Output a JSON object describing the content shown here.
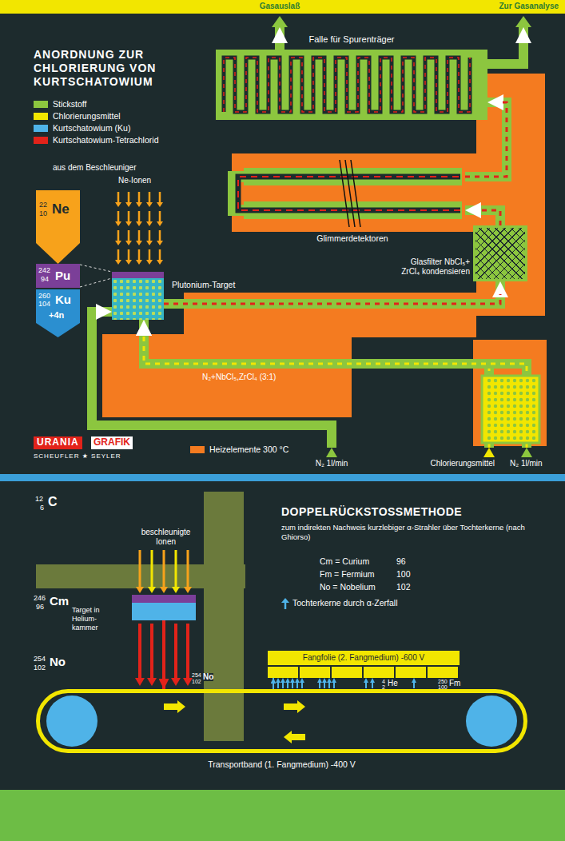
{
  "diagram": {
    "title": "ANORDNUNG ZUR CHLORIERUNG VON KURTSCHATOWIUM",
    "nodes": [
      {
        "text": [
          "Falle für Spurenträger"
        ]
      },
      {
        "text": [
          "Glimmerdetektoren"
        ]
      },
      {
        "text": [
          "Glasfilter NbCl₅+ ZrCl₄ kondensieren"
        ]
      },
      {
        "text": [
          "Plutonium-Target"
        ]
      },
      {
        "text": [
          "22",
          "10",
          "Ne"
        ]
      },
      {
        "text": [
          "242",
          "94",
          "Pu"
        ]
      },
      {
        "text": [
          "260",
          "104",
          "Ku",
          "+4n"
        ]
      },
      {
        "text": [
          "N₂ 1l/min"
        ]
      },
      {
        "text": [
          "Chlorierungsmittel"
        ]
      },
      {
        "text": [
          "N₂ 1l/min"
        ]
      },
      {
        "text": [
          "Gasauslaß"
        ]
      },
      {
        "text": [
          "Zur Gasanalyse"
        ]
      },
      {
        "text": [
          "Fangfolie (2. Fangmedium) -600 V"
        ]
      },
      {
        "text": [
          "Transportband (1. Fangmedium) -400 V"
        ]
      },
      {
        "text": [
          "246",
          "96",
          "Cm",
          "Target in Helium-kammer"
        ]
      }
    ],
    "edges": [
      {
        "from": 7,
        "to": 3,
        "arrow": "to"
      },
      {
        "from": 8,
        "to": 3,
        "label": "N₂+NbCl₅,ZrCl₄ (3:1)",
        "arrow": "to"
      },
      {
        "from": 9,
        "to": 3,
        "arrow": "to"
      },
      {
        "from": 3,
        "to": 2,
        "arrow": "to"
      },
      {
        "from": 2,
        "to": 1,
        "arrow": "to"
      },
      {
        "from": 1,
        "to": 0,
        "arrow": "to"
      },
      {
        "from": 0,
        "to": 10,
        "arrow": "to"
      },
      {
        "from": 0,
        "to": 11,
        "arrow": "to"
      },
      {
        "from": 14,
        "to": 13,
        "arrow": "to"
      },
      {
        "from": 13,
        "to": 12,
        "arrow": "to"
      }
    ],
    "labels": [
      "aus dem Beschleuniger",
      "Ne-Ionen",
      "URANIA",
      "GRAFIK",
      "SCHEUFLER ★ SEYLER",
      "12",
      "6",
      "C",
      "DOPPELRÜCKSTOSSMETHODE",
      "zum indirekten Nachweis kurzlebiger α-Strahler über Tochterkerne (nach Ghiorso)",
      "Cm = Curium",
      "96",
      "Fm = Fermium",
      "100",
      "No = Nobelium",
      "102",
      "beschleunigte Ionen",
      "254",
      "102",
      "No",
      "254",
      "102",
      "No",
      "4",
      "2",
      "He",
      "250",
      "100",
      "Fm"
    ],
    "legend": [
      {
        "text": "Stickstoff",
        "color": "#8cc63f"
      },
      {
        "text": "Chlorierungsmittel",
        "color": "#f2e600"
      },
      {
        "text": "Kurtschatowium (Ku)",
        "color": "#4fb3e8"
      },
      {
        "text": "Kurtschatowium-Tetrachlorid",
        "color": "#e2231a"
      },
      {
        "text": "Heizelemente 300 °C",
        "color": "#f47b20"
      },
      {
        "text": "Tochterkerne durch α-Zerfall"
      }
    ]
  }
}
